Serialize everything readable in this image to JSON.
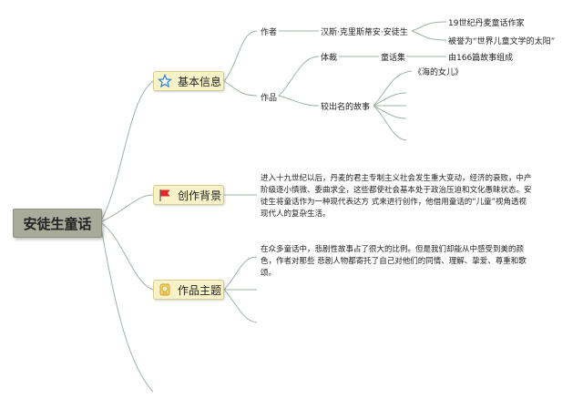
{
  "root": {
    "title": "安徒生童话"
  },
  "topics": {
    "basic": {
      "label": "基本信息",
      "icon": "star-icon"
    },
    "background": {
      "label": "创作背景",
      "icon": "red-flag-icon"
    },
    "theme": {
      "label": "作品主题",
      "icon": "medal-icon"
    }
  },
  "basic": {
    "author_label": "作者",
    "author_name": "汉斯·克里斯蒂安·安徒生",
    "author_notes": [
      "19世纪丹麦童话作家",
      "被誉为“世界儿童文学的太阳”"
    ],
    "works_label": "作品",
    "genre_label": "体裁",
    "genre_value": "童话集",
    "genre_note": "由166篇故事组成",
    "famous_label": "较出名的故事",
    "famous_items": [
      "《海的女儿》",
      "",
      "",
      "",
      ""
    ]
  },
  "background": {
    "text": "进入十九世纪以后，丹麦的君主专制主义社会发生重大变动，经济的衰败，中产阶级逐小慎微、委曲求全，这些都使社会基本处于政治压迫和文化愚昧状态。安徒生将童话作为一种现代表达方 式来进行创作，他借用童话的“儿童”视角透视现代人的复杂生活。"
  },
  "theme": {
    "text": "在众多童话中，悲剧性故事占了很大的比例。但是我们却能从中感受到美的颜色，作者对那些 悲剧人物都寄托了自己对他们的同情、理解、挚爱、尊重和歌颂。"
  },
  "colors": {
    "line": "#9fb3a4",
    "topic_bg": "#f7f2c8",
    "root_bg": "#a8aa9a"
  }
}
